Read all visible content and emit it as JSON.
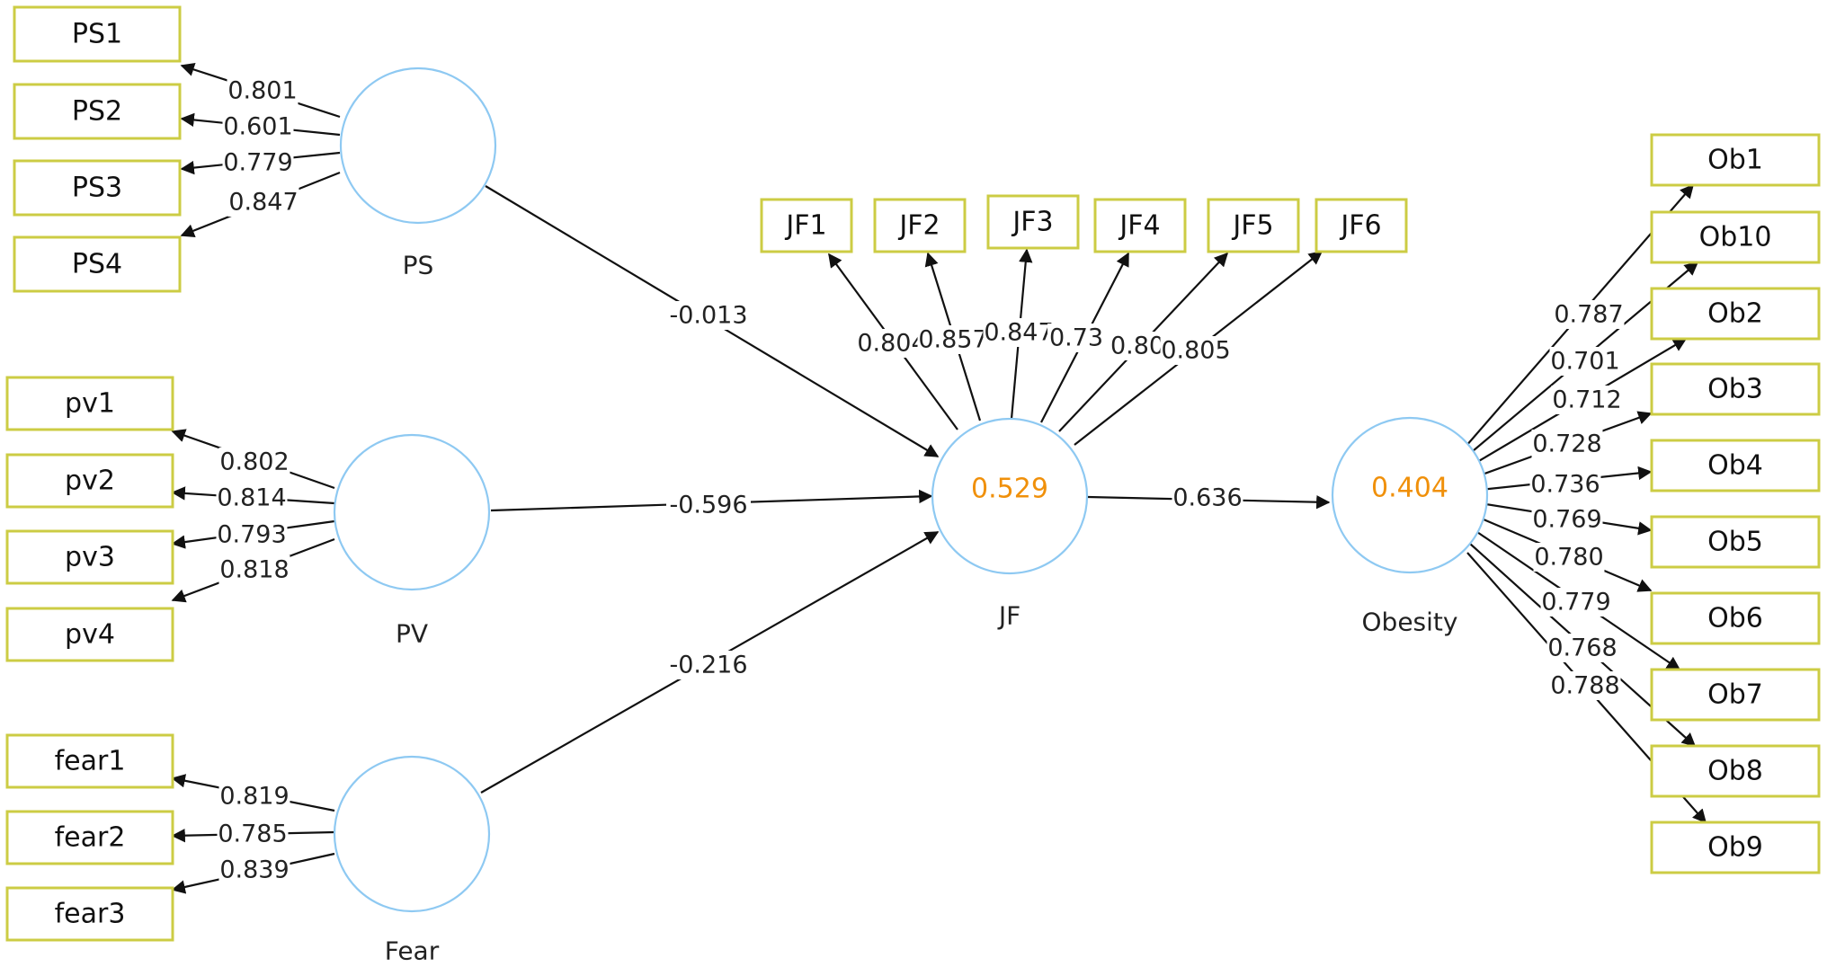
{
  "latents": {
    "PS": {
      "label": "PS",
      "r2": ""
    },
    "PV": {
      "label": "PV",
      "r2": ""
    },
    "Fear": {
      "label": "Fear",
      "r2": ""
    },
    "JF": {
      "label": "JF",
      "r2": "0.529"
    },
    "Obesity": {
      "label": "Obesity",
      "r2": "0.404"
    }
  },
  "indicators": {
    "PS": [
      {
        "label": "PS1",
        "loading": "0.801"
      },
      {
        "label": "PS2",
        "loading": "0.601"
      },
      {
        "label": "PS3",
        "loading": "0.779"
      },
      {
        "label": "PS4",
        "loading": "0.847"
      }
    ],
    "PV": [
      {
        "label": "pv1",
        "loading": "0.802"
      },
      {
        "label": "pv2",
        "loading": "0.814"
      },
      {
        "label": "pv3",
        "loading": "0.793"
      },
      {
        "label": "pv4",
        "loading": "0.818"
      }
    ],
    "Fear": [
      {
        "label": "fear1",
        "loading": "0.819"
      },
      {
        "label": "fear2",
        "loading": "0.785"
      },
      {
        "label": "fear3",
        "loading": "0.839"
      }
    ],
    "JF": [
      {
        "label": "JF1",
        "loading": "0.804"
      },
      {
        "label": "JF2",
        "loading": "0.857"
      },
      {
        "label": "JF3",
        "loading": "0.847"
      },
      {
        "label": "JF4",
        "loading": "0.73"
      },
      {
        "label": "JF5",
        "loading": "0.80"
      },
      {
        "label": "JF6",
        "loading": "0.805"
      }
    ],
    "Obesity": [
      {
        "label": "Ob1",
        "loading": "0.787"
      },
      {
        "label": "Ob10",
        "loading": "0.701"
      },
      {
        "label": "Ob2",
        "loading": "0.712"
      },
      {
        "label": "Ob3",
        "loading": "0.728"
      },
      {
        "label": "Ob4",
        "loading": "0.736"
      },
      {
        "label": "Ob5",
        "loading": "0.769"
      },
      {
        "label": "Ob6",
        "loading": "0.780"
      },
      {
        "label": "Ob7",
        "loading": "0.779"
      },
      {
        "label": "Ob8",
        "loading": "0.768"
      },
      {
        "label": "Ob9",
        "loading": "0.788"
      }
    ]
  },
  "paths": [
    {
      "from": "PS",
      "to": "JF",
      "coef": "-0.013"
    },
    {
      "from": "PV",
      "to": "JF",
      "coef": "-0.596"
    },
    {
      "from": "Fear",
      "to": "JF",
      "coef": "-0.216"
    },
    {
      "from": "JF",
      "to": "Obesity",
      "coef": "0.636"
    }
  ],
  "colors": {
    "indicator_border": "#cccc44",
    "latent_border": "#8ec9f2",
    "r2_text": "#f0900a",
    "edge": "#111111"
  }
}
